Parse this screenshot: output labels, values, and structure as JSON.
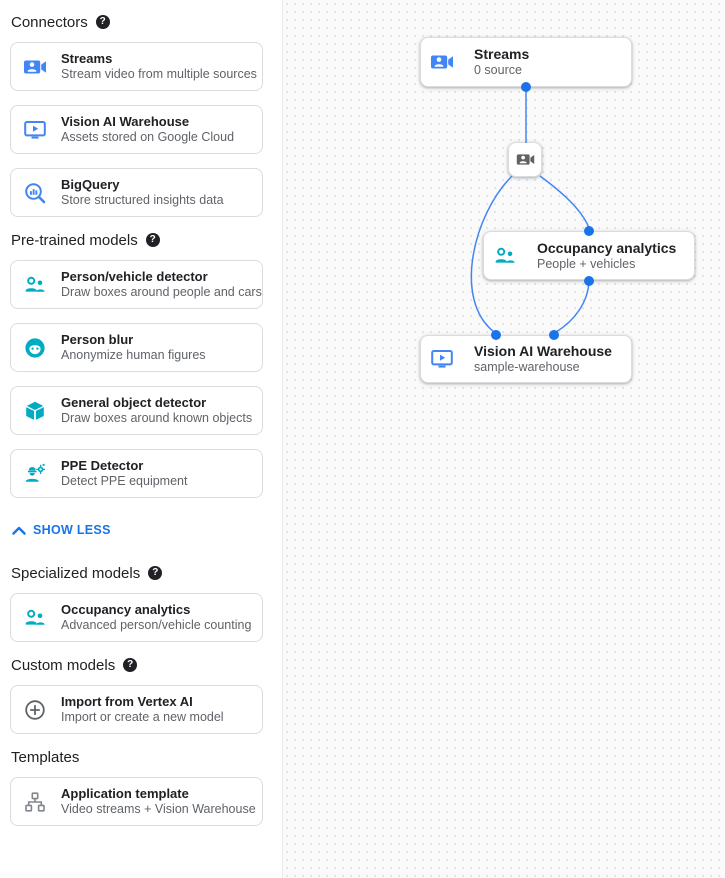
{
  "colors": {
    "blue": "#4285f4",
    "link_blue": "#1a73e8",
    "teal": "#00acc1",
    "gray_icon": "#5f6368",
    "dot_blue": "#1a73e8",
    "edge_blue": "#4285f4",
    "canvas_bg": "#fafafa",
    "canvas_dot": "#e4e4e4"
  },
  "icons": {
    "help_glyph": "?"
  },
  "sidebar": {
    "show_less_label": "SHOW LESS",
    "sections": [
      {
        "label": "Connectors",
        "cards": [
          {
            "title": "Streams",
            "subtitle": "Stream video from multiple sources",
            "icon": "video-camera-icon"
          },
          {
            "title": "Vision AI Warehouse",
            "subtitle": "Assets stored on Google Cloud",
            "icon": "monitor-play-icon"
          },
          {
            "title": "BigQuery",
            "subtitle": "Store structured insights data",
            "icon": "magnifier-chart-icon"
          }
        ]
      },
      {
        "label": "Pre-trained models",
        "cards": [
          {
            "title": "Person/vehicle detector",
            "subtitle": "Draw boxes around people and cars",
            "icon": "people-icon"
          },
          {
            "title": "Person blur",
            "subtitle": "Anonymize human figures",
            "icon": "face-icon"
          },
          {
            "title": "General object detector",
            "subtitle": "Draw boxes around known objects",
            "icon": "cube-icon"
          },
          {
            "title": "PPE Detector",
            "subtitle": "Detect PPE equipment",
            "icon": "person-hardhat-icon"
          }
        ]
      },
      {
        "label": "Specialized models",
        "cards": [
          {
            "title": "Occupancy analytics",
            "subtitle": "Advanced person/vehicle counting",
            "icon": "people-icon"
          }
        ]
      },
      {
        "label": "Custom models",
        "cards": [
          {
            "title": "Import from Vertex AI",
            "subtitle": "Import or create a new model",
            "icon": "plus-circle-icon"
          }
        ]
      },
      {
        "label": "Templates",
        "cards": [
          {
            "title": "Application template",
            "subtitle": "Video streams + Vision Warehouse",
            "icon": "schema-icon"
          }
        ]
      }
    ]
  },
  "canvas": {
    "nodes": {
      "streams": {
        "title": "Streams",
        "subtitle": "0 source",
        "icon": "video-camera-icon"
      },
      "camera": {
        "icon": "video-camera-icon"
      },
      "occupancy": {
        "title": "Occupancy analytics",
        "subtitle": "People + vehicles",
        "icon": "people-icon"
      },
      "warehouse": {
        "title": "Vision AI Warehouse",
        "subtitle": "sample-warehouse",
        "icon": "monitor-play-icon"
      }
    }
  }
}
